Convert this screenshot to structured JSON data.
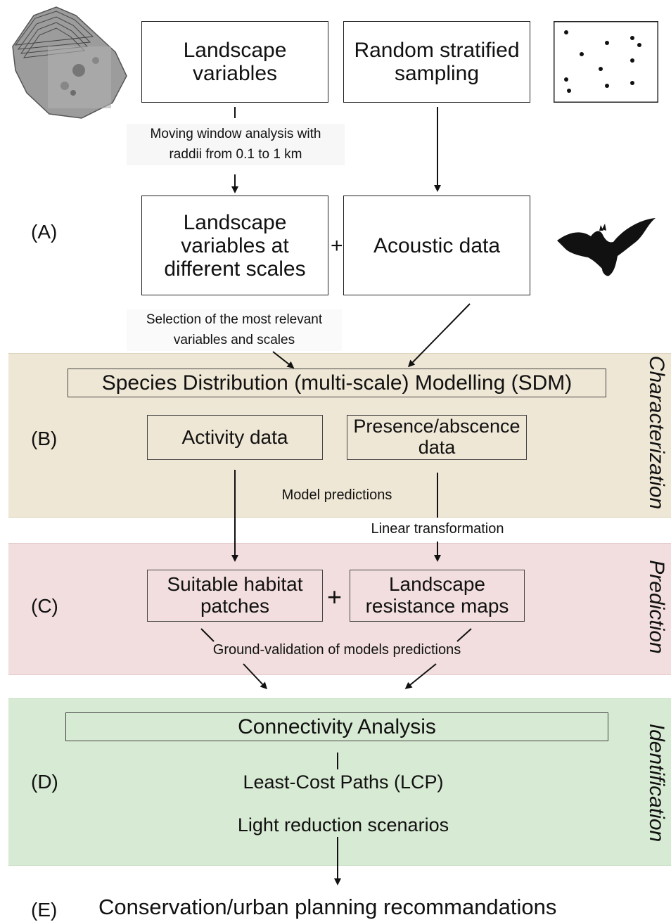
{
  "top": {
    "landscape_variables": "Landscape\nvariables",
    "random_sampling": "Random stratified\nsampling",
    "moving_window_note": "Moving window analysis with\nraddii from 0.1 to 1 km",
    "landscape_scales": "Landscape\nvariables at\ndifferent scales",
    "acoustic_data": "Acoustic data",
    "selection_note": "Selection of the most relevant\nvariables and scales",
    "plus": "+"
  },
  "labels": {
    "a": "(A)",
    "b": "(B)",
    "c": "(C)",
    "d": "(D)",
    "e": "(E)"
  },
  "characterization": {
    "side_label": "Characterization",
    "sdm_title": "Species Distribution (multi-scale) Modelling (SDM)",
    "activity_data": "Activity data",
    "presence_absence": "Presence/abscence\ndata",
    "model_predictions": "Model predictions",
    "linear_transformation": "Linear transformation"
  },
  "prediction": {
    "side_label": "Prediction",
    "suitable_habitat": "Suitable habitat\npatches",
    "resistance_maps": "Landscape\nresistance maps",
    "plus": "+",
    "ground_validation": "Ground-validation of models predictions"
  },
  "identification": {
    "side_label": "Identification",
    "connectivity": "Connectivity Analysis",
    "lcp": "Least-Cost Paths (LCP)",
    "light_reduction": "Light reduction scenarios"
  },
  "conclusion": {
    "recommendations": "Conservation/urban planning recommandations"
  },
  "colors": {
    "characterization_band": "#efe7d5",
    "prediction_band": "#f2dede",
    "identification_band": "#d7ead3"
  },
  "icons": [
    "terrain-map-icon",
    "sample-points-icon",
    "bat-silhouette-icon"
  ]
}
